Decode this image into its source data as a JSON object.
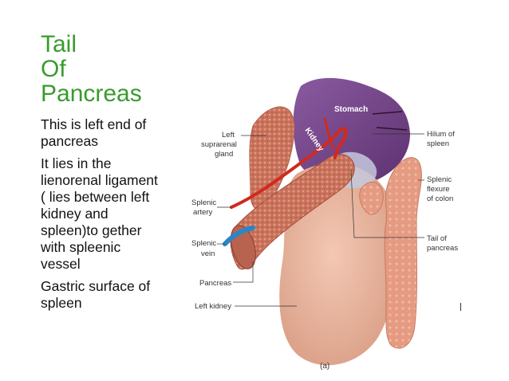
{
  "slide": {
    "title_lines": [
      "Tail",
      "Of",
      "Pancreas"
    ],
    "bullets": [
      "This is left end of\npancreas",
      "It lies in the\nlienorenal ligament\n( lies between left\nkidney and\nspleen)to gether\nwith spleenic\nvessel",
      "Gastric surface of\nspleen"
    ]
  },
  "figure": {
    "labels": {
      "left_suprarenal": [
        "Left",
        "suprarenal",
        "gland"
      ],
      "splenic_artery": [
        "Splenic",
        "artery"
      ],
      "splenic_vein": [
        "Splenic",
        "vein"
      ],
      "pancreas": "Pancreas",
      "left_kidney": "Left kidney",
      "stomach": "Stomach",
      "kidney_on_organ": "Kidney",
      "hilum": [
        "Hilum of",
        "spleen"
      ],
      "splenic_flexure": [
        "Splenic",
        "flexure",
        "of colon"
      ],
      "tail_of_pancreas": [
        "Tail of",
        "pancreas"
      ],
      "caption": "(a)"
    },
    "colors": {
      "title_green": "#3a9b2e",
      "stomach_purple": "#6b3d7e",
      "kidney_pink": "#e7b09a",
      "pancreas_red": "#c46b57",
      "artery_red": "#d02a1e",
      "vein_blue": "#2a86c4"
    }
  }
}
